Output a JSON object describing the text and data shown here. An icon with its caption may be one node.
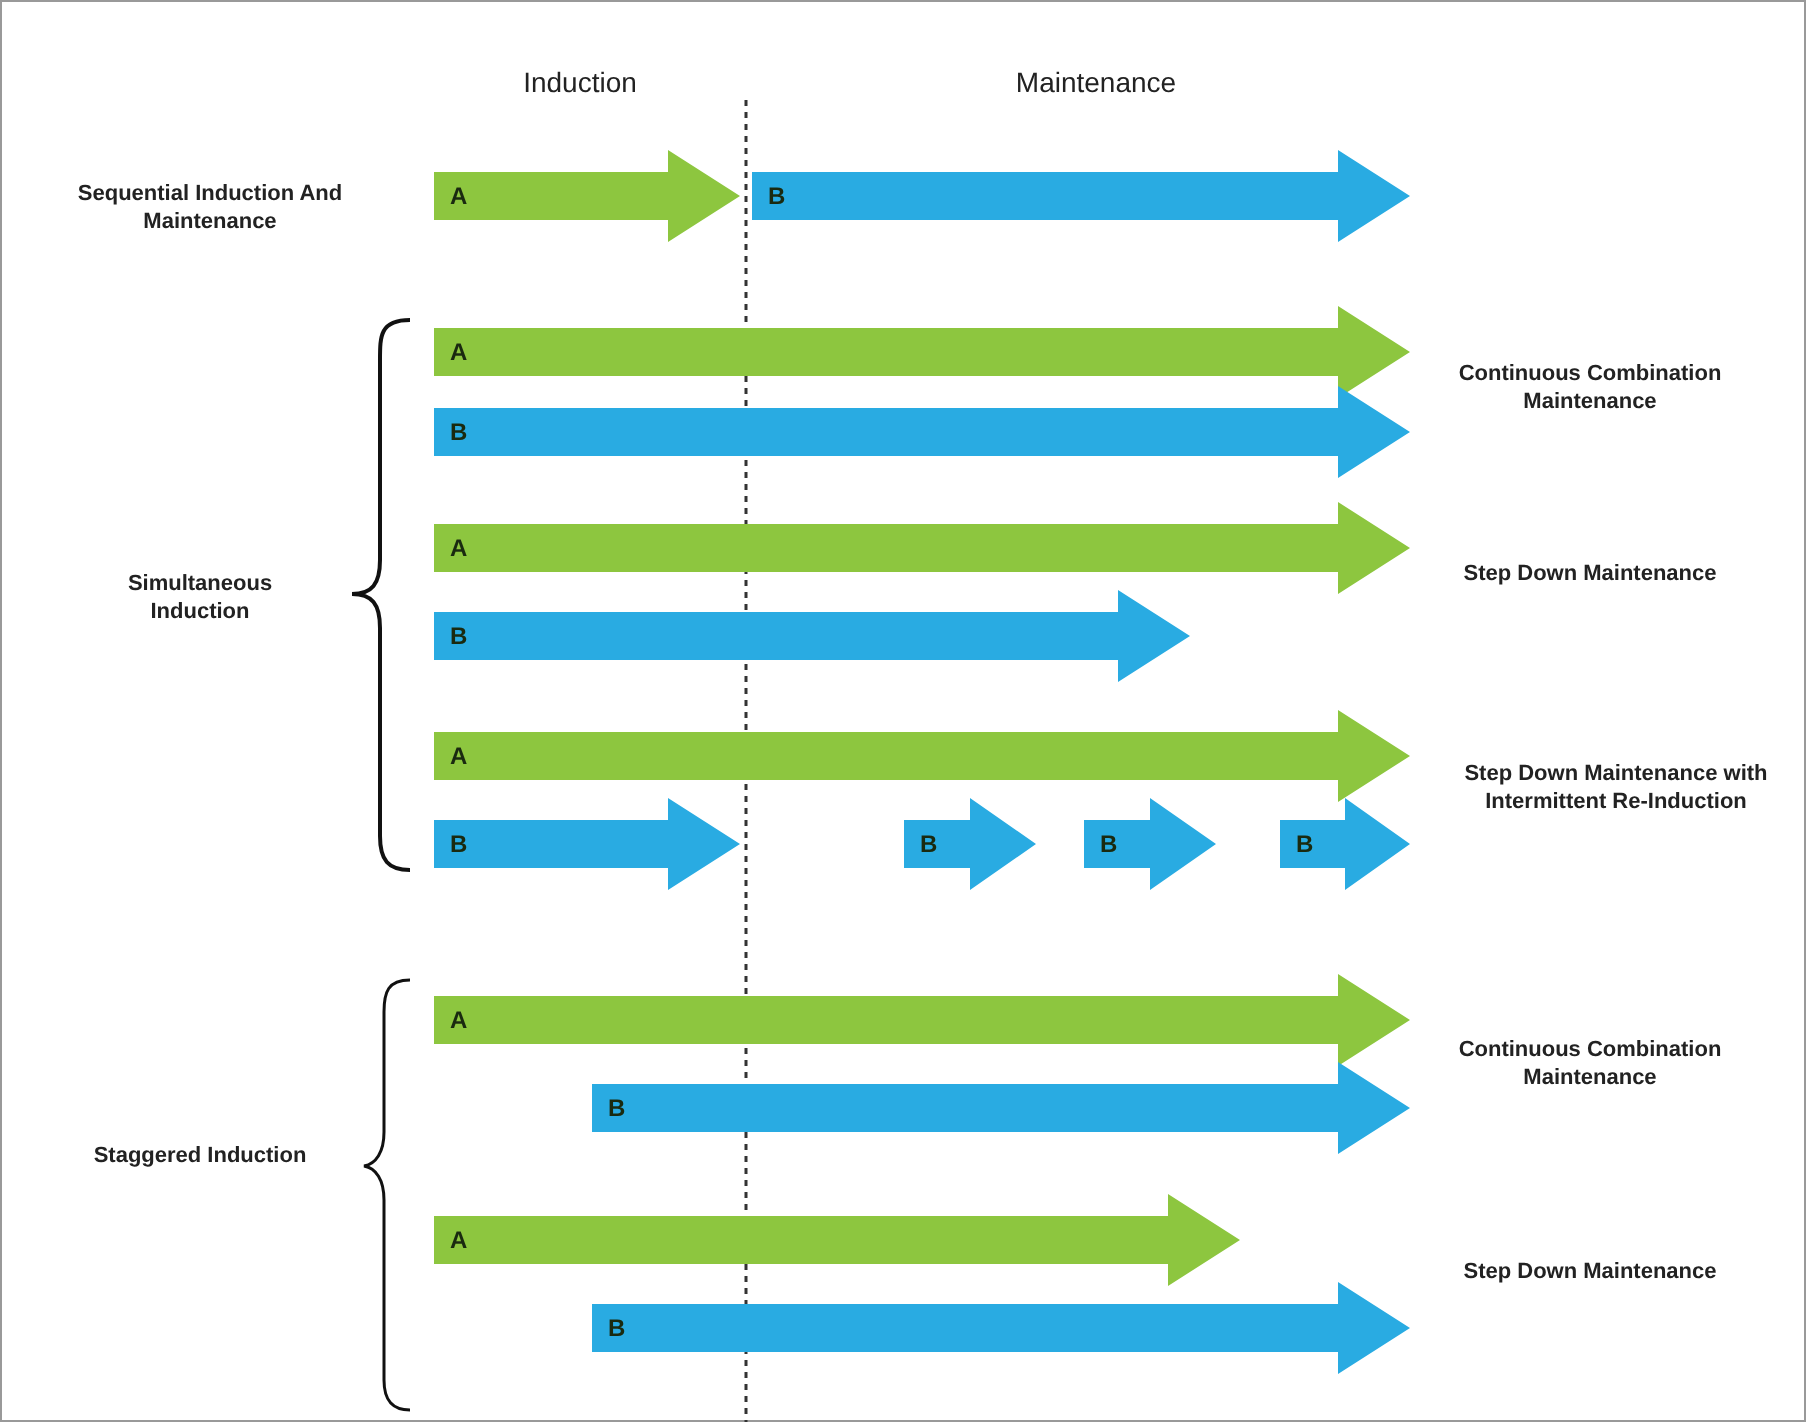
{
  "diagram": {
    "nodes": [
      {
        "text": [
          "A"
        ]
      },
      {
        "text": [
          "B"
        ]
      },
      {
        "text": [
          "A"
        ]
      },
      {
        "text": [
          "B"
        ]
      },
      {
        "text": [
          "A"
        ]
      },
      {
        "text": [
          "B"
        ]
      },
      {
        "text": [
          "A"
        ]
      },
      {
        "text": [
          "B"
        ]
      },
      {
        "text": [
          "B"
        ]
      },
      {
        "text": [
          "B"
        ]
      },
      {
        "text": [
          "B"
        ]
      },
      {
        "text": [
          "A"
        ]
      },
      {
        "text": [
          "B"
        ]
      },
      {
        "text": [
          "A"
        ]
      },
      {
        "text": [
          "B"
        ]
      }
    ],
    "labels": [
      "Induction",
      "Maintenance",
      "Sequential Induction And Maintenance",
      "Continuous Combination Maintenance",
      "Simultaneous Induction",
      "Step Down Maintenance",
      "Step Down Maintenance with Intermittent Re-Induction",
      "Continuous Combination Maintenance",
      "Staggered Induction",
      "Step Down Maintenance"
    ]
  }
}
